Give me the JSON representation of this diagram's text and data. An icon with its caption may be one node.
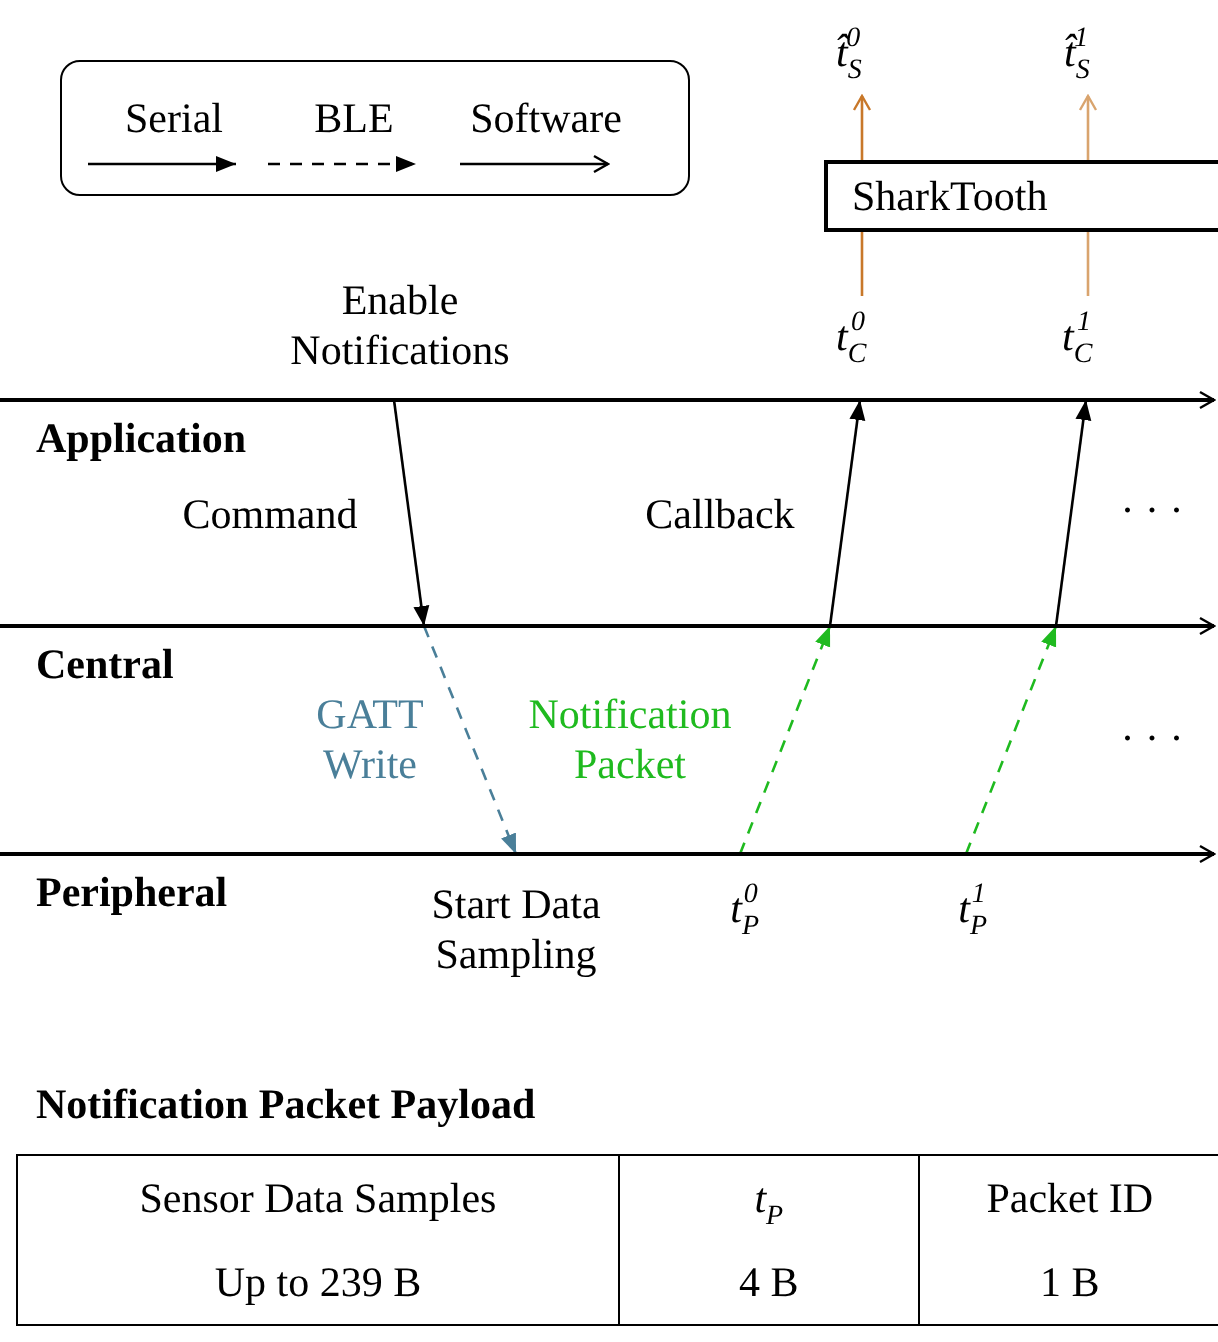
{
  "diagram": {
    "nodes": [
      {
        "text": [
          "Application"
        ]
      },
      {
        "text": [
          "Central"
        ]
      },
      {
        "text": [
          "Peripheral"
        ]
      },
      {
        "text": [
          "SharkTooth"
        ]
      },
      {
        "text": [
          "*t*$_{C}$$^{0}$"
        ]
      },
      {
        "text": [
          "*t*$_{C}$$^{1}$"
        ]
      },
      {
        "text": [
          "*t̂*$_{S}$$^{0}$"
        ]
      },
      {
        "text": [
          "*t̂*$_{S}$$^{1}$"
        ]
      }
    ],
    "edges": [
      {
        "from": 0,
        "to": 1,
        "arrow": "to",
        "label": "Command"
      },
      {
        "from": 1,
        "to": 2,
        "arrow": "to",
        "label": "GATT Write",
        "style": "dashed",
        "color": "#4a7f99"
      },
      {
        "from": 2,
        "to": 1,
        "arrow": "to",
        "label": "Notification Packet",
        "style": "dashed",
        "color": "#1fba1f"
      },
      {
        "from": 2,
        "to": 1,
        "arrow": "to",
        "style": "dashed",
        "color": "#1fba1f"
      },
      {
        "from": 1,
        "to": 0,
        "arrow": "to",
        "label": "Callback"
      },
      {
        "from": 1,
        "to": 0,
        "arrow": "to"
      },
      {
        "from": 4,
        "to": 3,
        "arrow": "none",
        "color": "#c8782a"
      },
      {
        "from": 3,
        "to": 6,
        "arrow": "to",
        "color": "#c8782a"
      },
      {
        "from": 5,
        "to": 3,
        "arrow": "none",
        "color": "#d9a46e"
      },
      {
        "from": 3,
        "to": 7,
        "arrow": "to",
        "color": "#d9a46e"
      }
    ],
    "labels": [
      "Enable Notifications",
      "· · ·",
      "· · ·",
      "Start Data Sampling",
      "*t*$_{P}$$^{0}$",
      "*t*$_{P}$$^{1}$",
      "Notification Packet Payload",
      "Sensor Data Samples",
      "*t*$_{P}$",
      "Packet ID",
      "Up to 239 B",
      "4 B",
      "1 B"
    ],
    "legend": [
      {
        "text": "Serial"
      },
      {
        "text": "BLE"
      },
      {
        "text": "Software"
      }
    ]
  }
}
